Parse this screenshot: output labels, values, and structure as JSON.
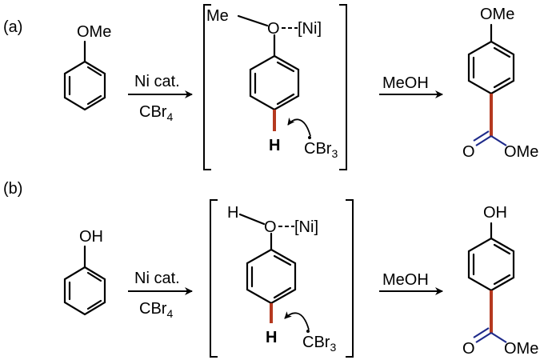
{
  "colors": {
    "text": "#000000",
    "highlight_h": "#c0341d",
    "new_bond": "#b5391f",
    "ester": "#1e2a8a"
  },
  "panel_a": {
    "label": "(a)",
    "substituent": "OMe",
    "arrow1_top": "Ni cat.",
    "arrow1_bottom_main": "CBr",
    "arrow1_bottom_sub": "4",
    "intermediate_left": "Me",
    "intermediate_o": "O",
    "intermediate_ni": "[Ni]",
    "hydrogen": "H",
    "radical_main": "CBr",
    "radical_sub": "3",
    "arrow2_top": "MeOH",
    "product_top": "OMe",
    "product_o": "O",
    "product_ome": "OMe"
  },
  "panel_b": {
    "label": "(b)",
    "substituent": "OH",
    "arrow1_top": "Ni cat.",
    "arrow1_bottom_main": "CBr",
    "arrow1_bottom_sub": "4",
    "intermediate_left": "H",
    "intermediate_o": "O",
    "intermediate_ni": "[Ni]",
    "hydrogen": "H",
    "radical_main": "CBr",
    "radical_sub": "3",
    "arrow2_top": "MeOH",
    "product_top": "OH",
    "product_o": "O",
    "product_ome": "OMe"
  }
}
